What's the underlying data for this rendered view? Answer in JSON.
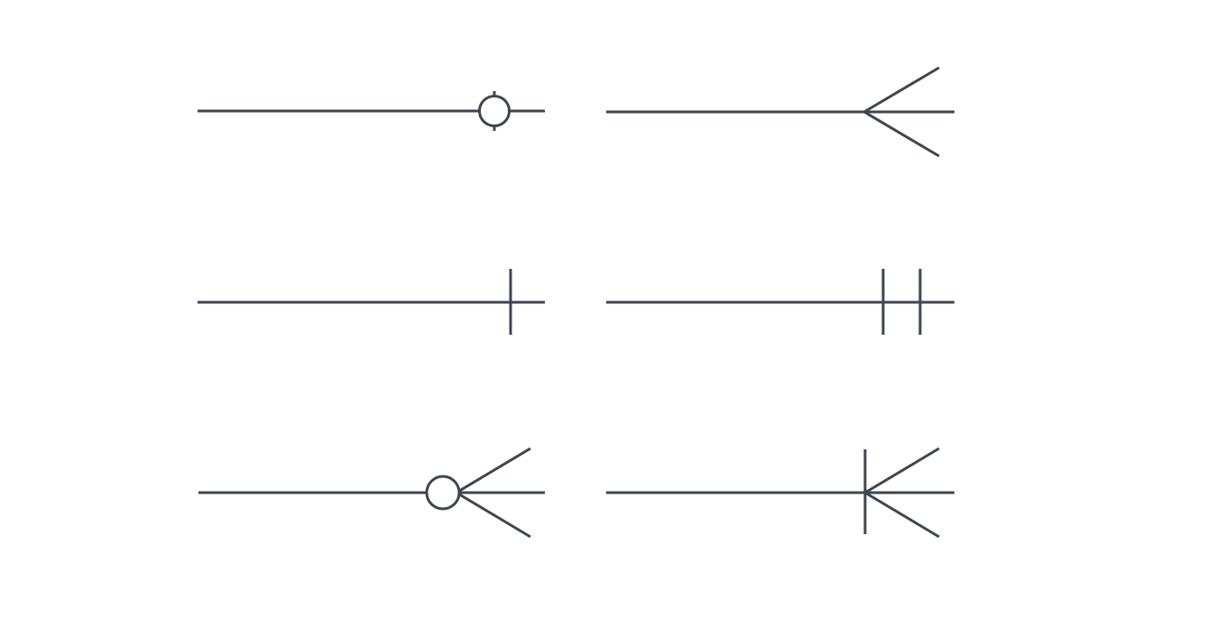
{
  "diagram": {
    "title": "",
    "stroke_color": "#3f4650",
    "background_color": "#ffffff",
    "notations": [
      {
        "id": "zero-or-one",
        "symbols": [
          "circle",
          "bar"
        ]
      },
      {
        "id": "many",
        "symbols": [
          "crow-foot"
        ]
      },
      {
        "id": "one",
        "symbols": [
          "bar"
        ]
      },
      {
        "id": "one-and-only-one",
        "symbols": [
          "bar",
          "bar"
        ]
      },
      {
        "id": "zero-or-many",
        "symbols": [
          "circle",
          "crow-foot"
        ]
      },
      {
        "id": "one-or-many",
        "symbols": [
          "bar",
          "crow-foot"
        ]
      }
    ]
  }
}
